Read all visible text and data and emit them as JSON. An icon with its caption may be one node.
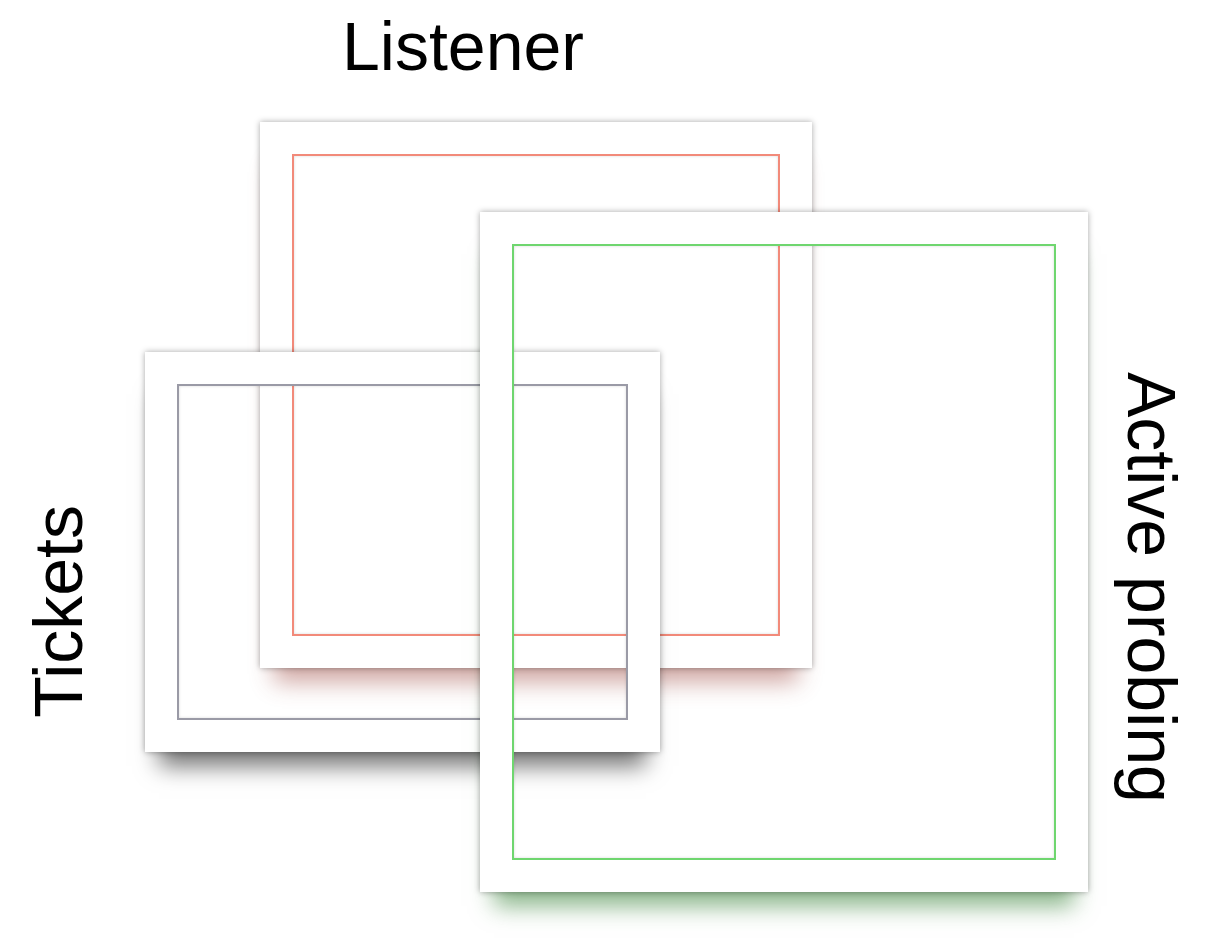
{
  "diagram": {
    "nodes": [
      {
        "text": [
          "Listener"
        ]
      },
      {
        "text": [
          "Tickets"
        ]
      },
      {
        "text": [
          "Active probing"
        ]
      }
    ]
  }
}
